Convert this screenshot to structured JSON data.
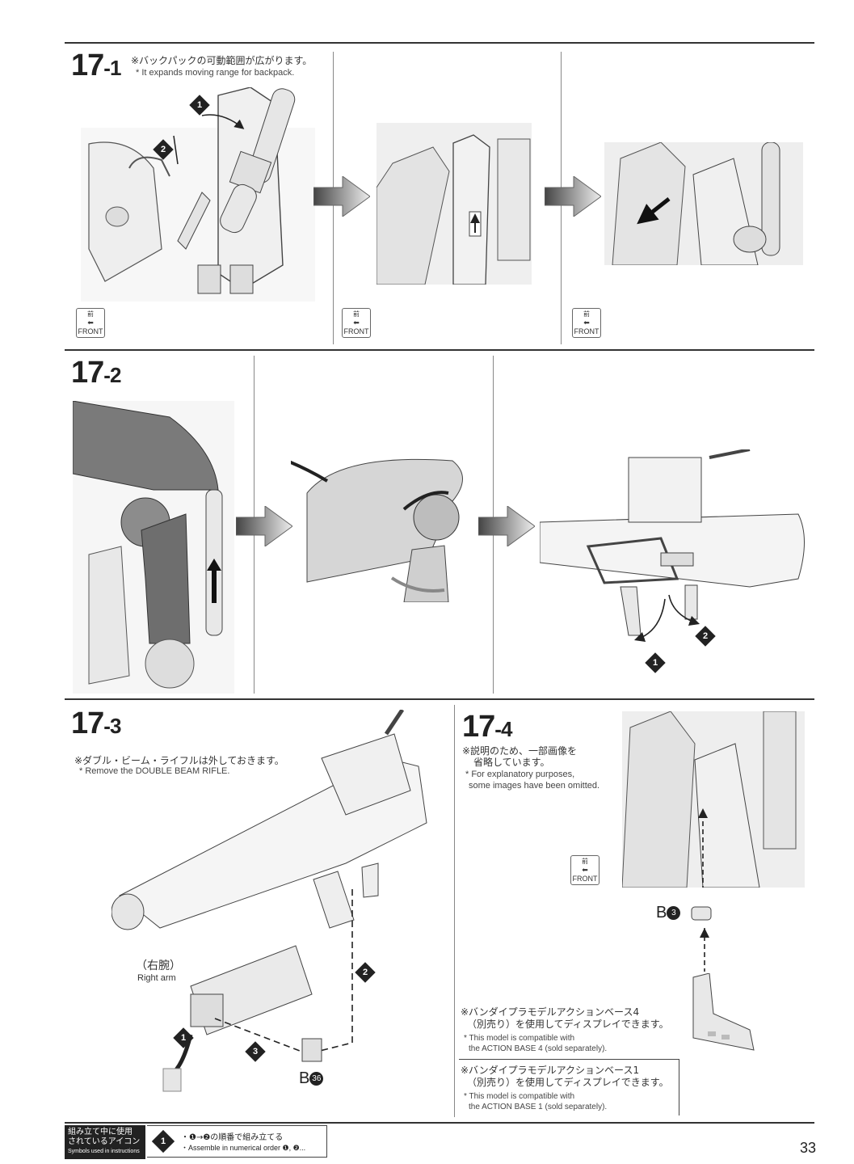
{
  "step17_1": {
    "number": "17",
    "sub": "-1",
    "note_jp": "※バックパックの可動範囲が広がります。",
    "note_en": "* It expands moving range for backpack."
  },
  "step17_2": {
    "number": "17",
    "sub": "-2"
  },
  "step17_3": {
    "number": "17",
    "sub": "-3",
    "note_jp": "※ダブル・ビーム・ライフルは外しておきます。",
    "note_en": "* Remove the DOUBLE BEAM RIFLE.",
    "arm_label_jp": "（右腕）",
    "arm_label_en": "Right arm",
    "part_label": "B",
    "part_number": "36"
  },
  "step17_4": {
    "number": "17",
    "sub": "-4",
    "note_jp_1": "※説明のため、一部画像を",
    "note_jp_2": "省略しています。",
    "note_en_1": "* For explanatory purposes,",
    "note_en_2": "some images have been omitted.",
    "part_label": "B",
    "part_number": "3",
    "base4_jp_1": "※バンダイプラモデルアクションベース4",
    "base4_jp_2": "（別売り）を使用してディスプレイできます。",
    "base4_en_1": "* This model is compatible with",
    "base4_en_2": "the ACTION BASE 4 (sold separately).",
    "base1_jp_1": "※バンダイプラモデルアクションベース1",
    "base1_jp_2": "（別売り）を使用してディスプレイできます。",
    "base1_en_1": "* This model is compatible with",
    "base1_en_2": "the ACTION BASE 1 (sold separately)."
  },
  "front": {
    "jp": "前",
    "en": "FRONT"
  },
  "order_marks": {
    "one": "1",
    "two": "2",
    "three": "3"
  },
  "legend": {
    "title_jp_1": "組み立て中に使用",
    "title_jp_2": "されているアイコン",
    "title_en": "Symbols used in instructions",
    "icon_num": "1",
    "desc_jp": "・❶→❷の順番で組み立てる",
    "desc_en": "・Assemble in numerical order ❶, ❷..."
  },
  "page_number": "33"
}
